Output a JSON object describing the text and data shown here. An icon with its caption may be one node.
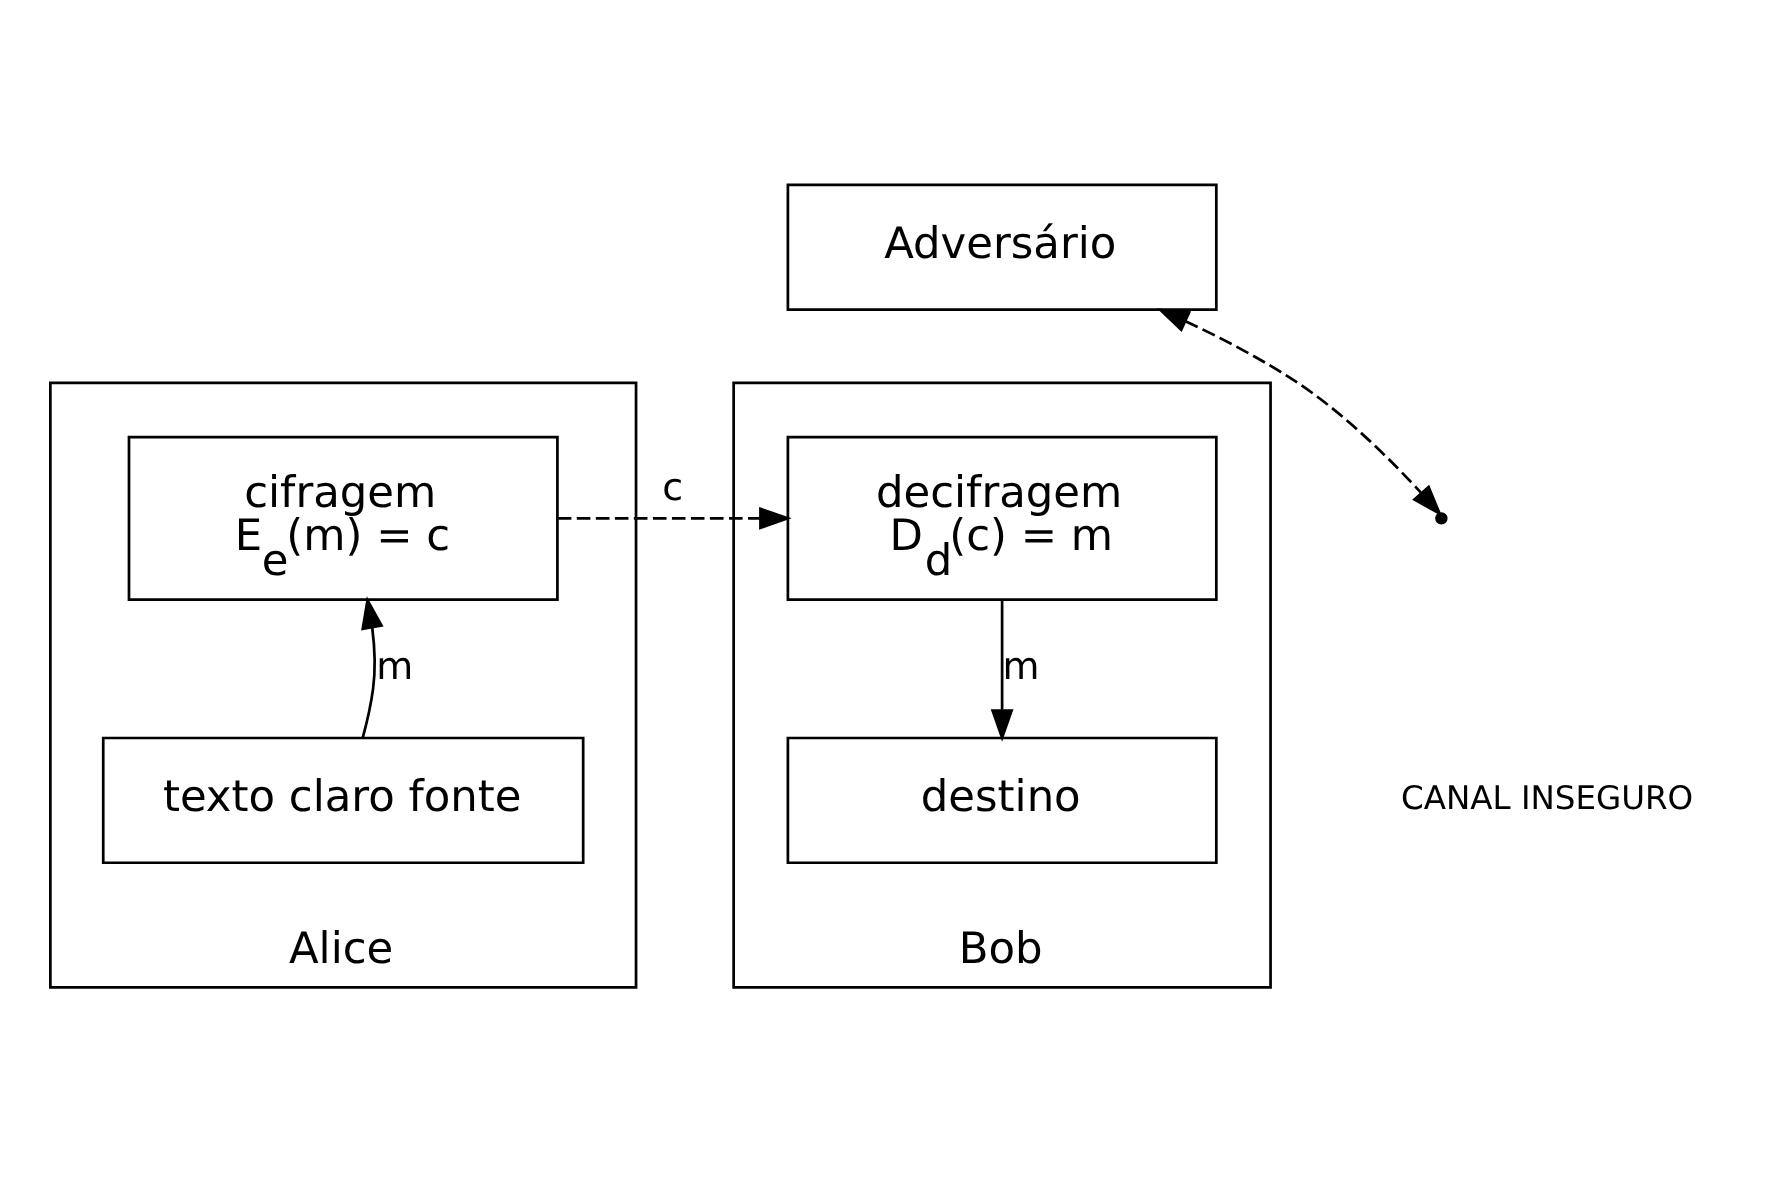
{
  "diagram": {
    "nodes": [
      {
        "text": [
          "Alice"
        ]
      },
      {
        "text": [
          "cifragem",
          "E$_{e}$(m) = c"
        ],
        "in": 0
      },
      {
        "text": [
          "texto claro fonte"
        ],
        "in": 0
      },
      {
        "text": [
          "Adversário"
        ]
      },
      {
        "text": [
          "Bob"
        ]
      },
      {
        "text": [
          "decifragem",
          "D$_{d}$(c) = m"
        ],
        "in": 4
      },
      {
        "text": [
          "destino"
        ],
        "in": 4
      }
    ],
    "edges": [
      {
        "from": 2,
        "to": 1,
        "arrow": "to",
        "label": "m"
      },
      {
        "from": 1,
        "to": 5,
        "arrow": "to",
        "label": "c",
        "style": "dashed"
      },
      {
        "from": 3,
        "to": null,
        "arrow": "both",
        "style": "dashed"
      },
      {
        "from": 5,
        "to": 6,
        "arrow": "to",
        "label": "m"
      }
    ],
    "labels": [
      "CANAL INSEGURO"
    ]
  }
}
